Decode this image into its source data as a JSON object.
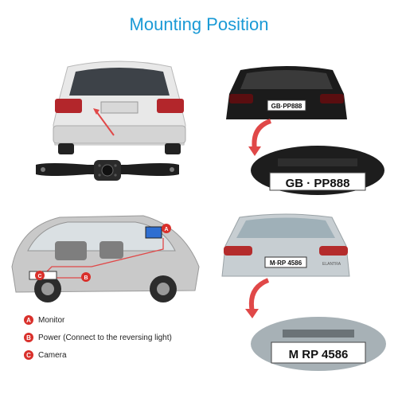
{
  "title": "Mounting Position",
  "plates": {
    "top_small": "GB·PP888",
    "top_zoom": "GB · PP888",
    "bottom_small": "M·RP 4586",
    "bottom_zoom": "M RP 4586"
  },
  "car_badge_bottom": "ELANTRA",
  "van_labels": {
    "a": "A",
    "b": "B",
    "c": "C"
  },
  "legend": [
    {
      "badge": "A",
      "text": "Monitor"
    },
    {
      "badge": "B",
      "text": "Power (Connect to the reversing light)"
    },
    {
      "badge": "C",
      "text": "Camera"
    }
  ],
  "colors": {
    "title": "#1a9ad6",
    "badge": "#d9302b",
    "arrow": "#e04848"
  }
}
